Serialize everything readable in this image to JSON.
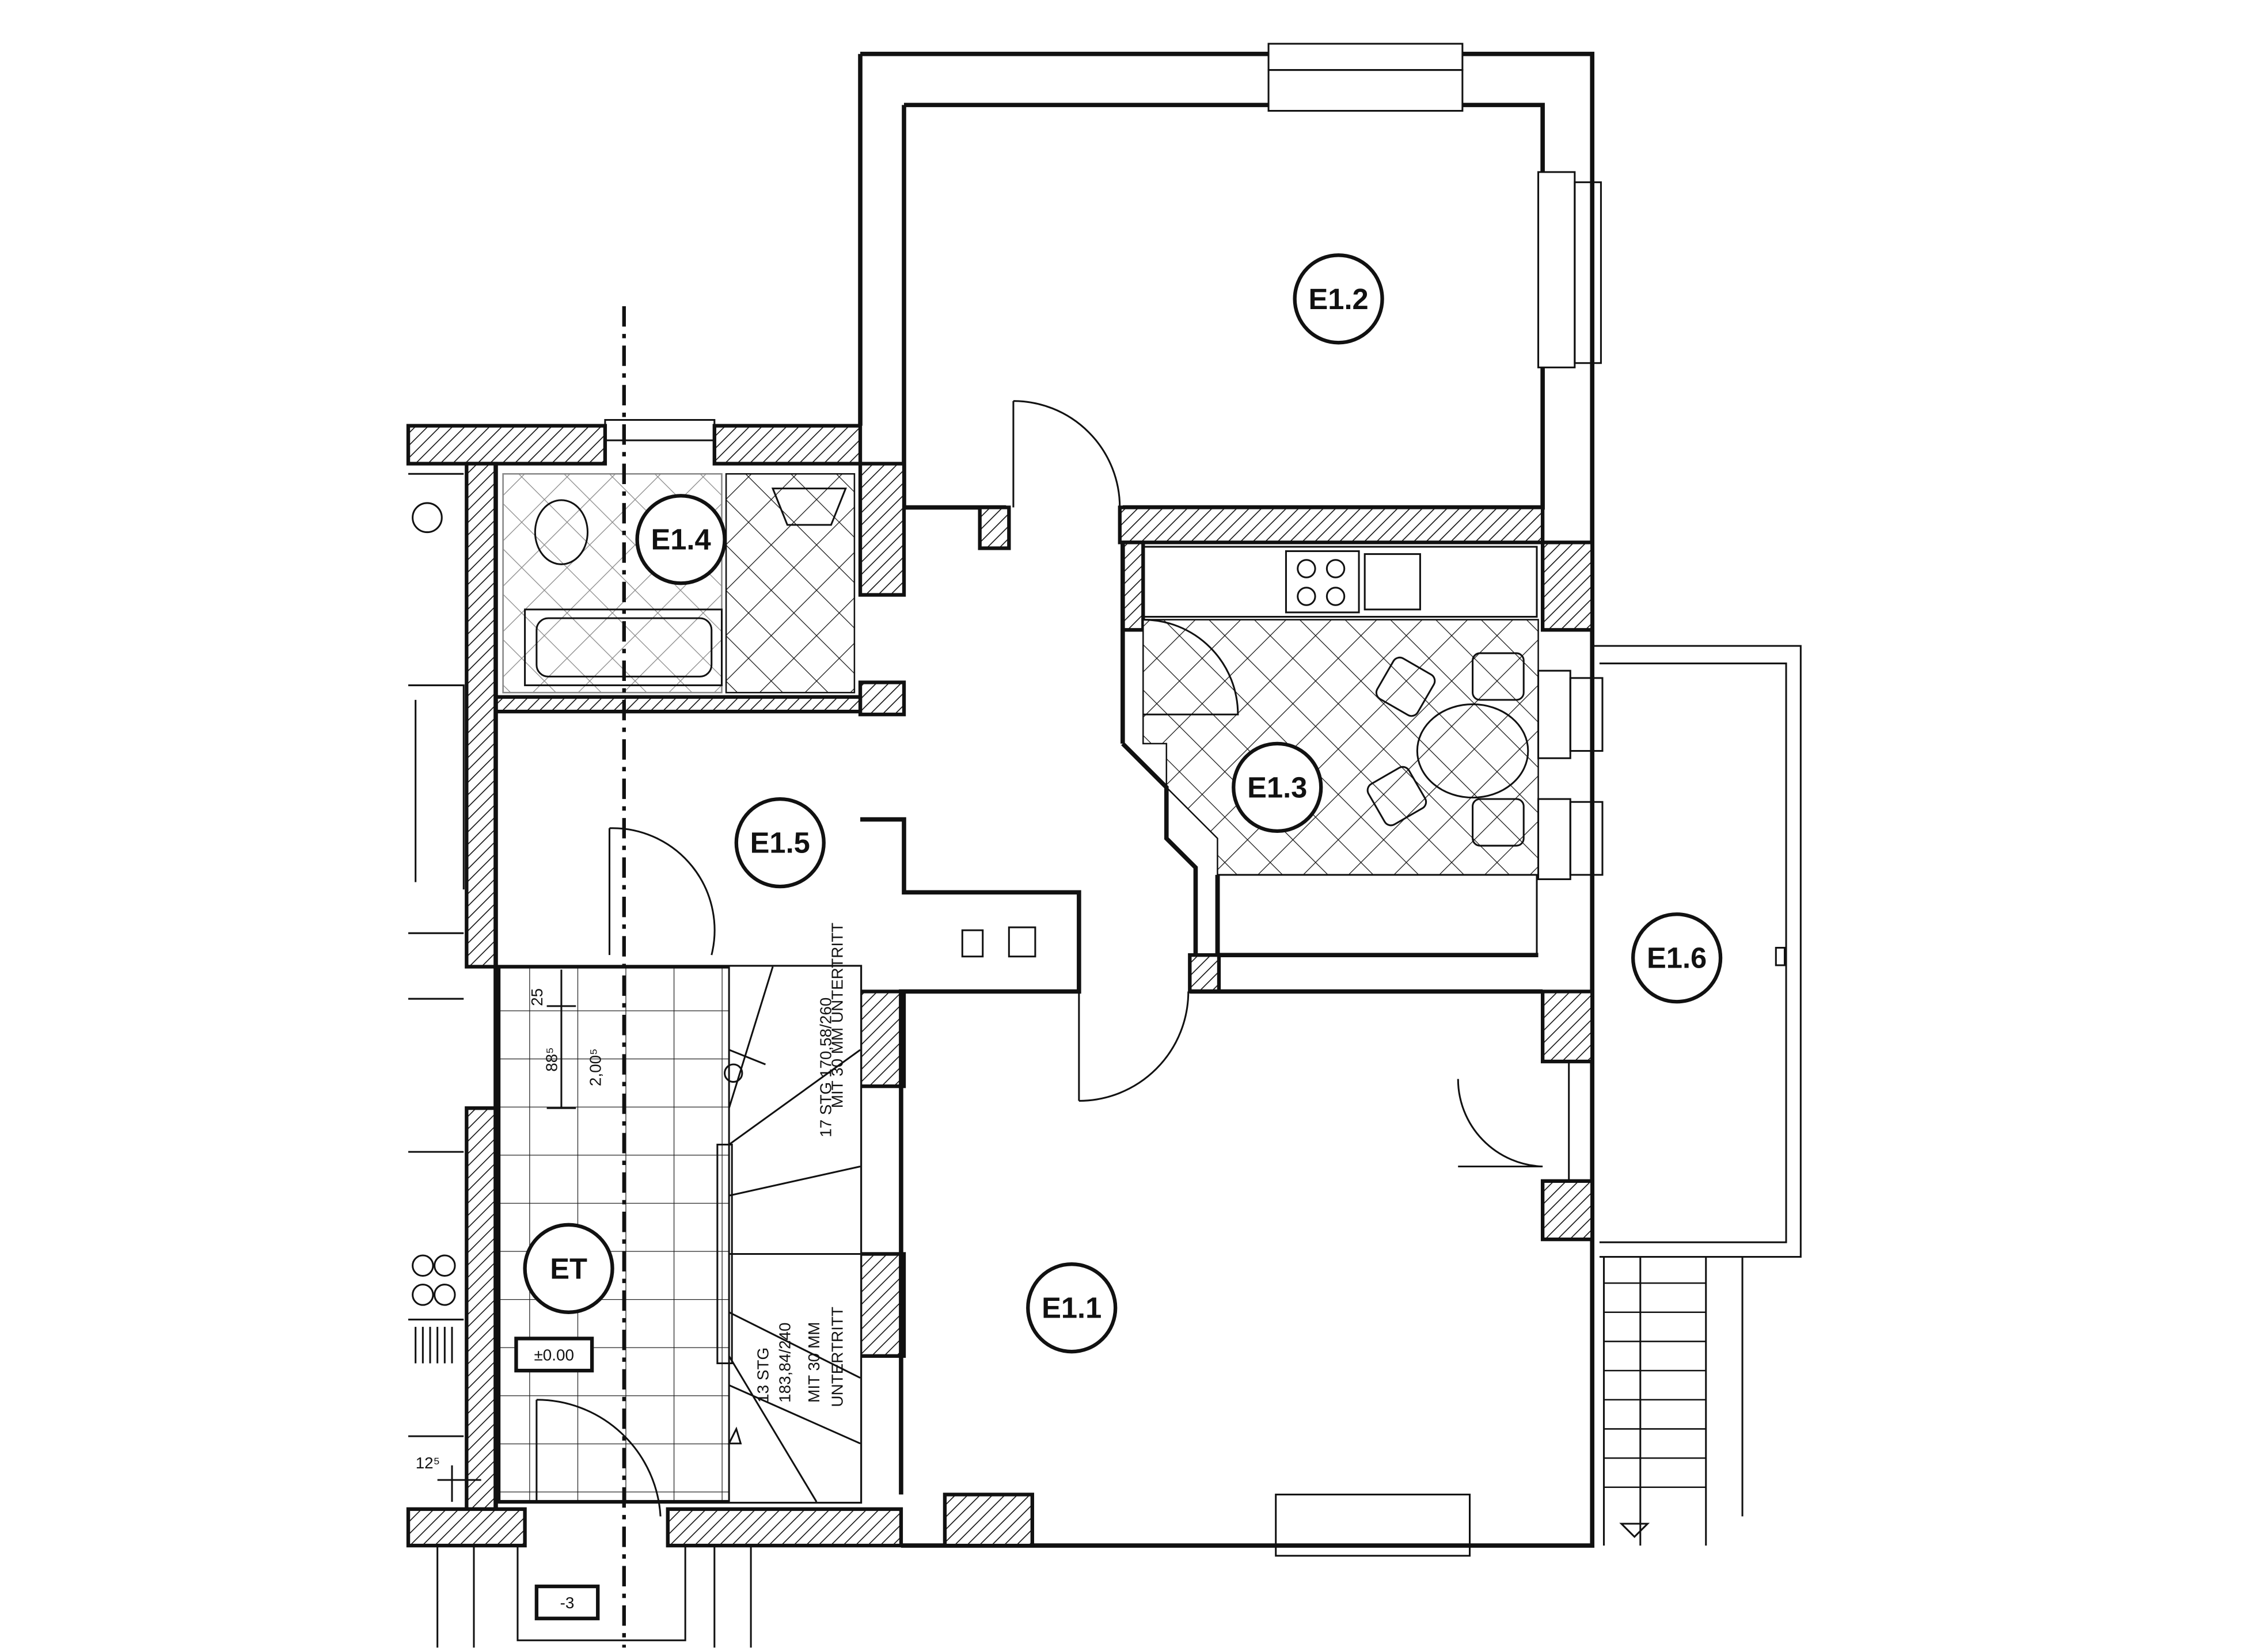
{
  "rooms": {
    "e11": "E1.1",
    "e12": "E1.2",
    "e13": "E1.3",
    "e14": "E1.4",
    "e15": "E1.5",
    "e16": "E1.6",
    "et": "ET"
  },
  "levels": {
    "floor": "±0.00",
    "outside": "-3"
  },
  "dimensions": {
    "d25": "25",
    "d885": "88⁵",
    "d2005": "2,00⁵",
    "d125": "12⁵"
  },
  "stairs": {
    "upper_line1": "17 STG 170,58/260",
    "upper_line2": "MIT 30 MM UNTERTRITT",
    "lower_line1": "13 STG",
    "lower_line2": "183,84/240",
    "lower_line3": "MIT 30 MM",
    "lower_line4": "UNTERTRITT"
  }
}
